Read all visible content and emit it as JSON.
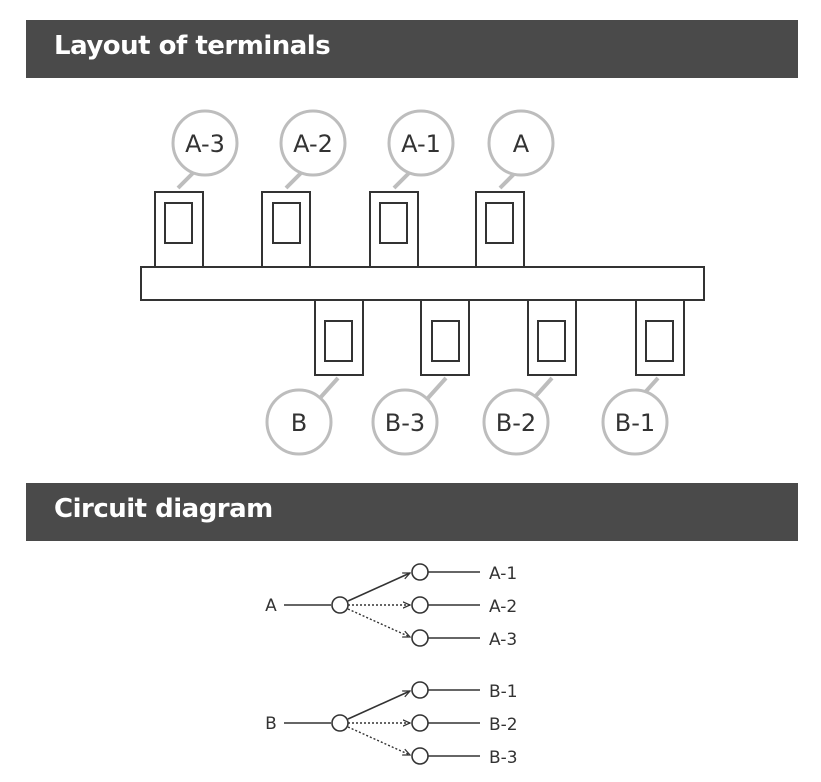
{
  "sections": {
    "layout_title": "Layout of terminals",
    "circuit_title": "Circuit diagram"
  },
  "terminals": {
    "top": [
      "A-3",
      "A-2",
      "A-1",
      "A"
    ],
    "bottom": [
      "B",
      "B-3",
      "B-2",
      "B-1"
    ]
  },
  "circuit": {
    "groups": [
      {
        "input": "A",
        "outputs": [
          "A-1",
          "A-2",
          "A-3"
        ]
      },
      {
        "input": "B",
        "outputs": [
          "B-1",
          "B-2",
          "B-3"
        ]
      }
    ]
  },
  "colors": {
    "banner": "#4a4a4a",
    "line": "#333333",
    "badge_stroke": "#bdbdbd"
  }
}
